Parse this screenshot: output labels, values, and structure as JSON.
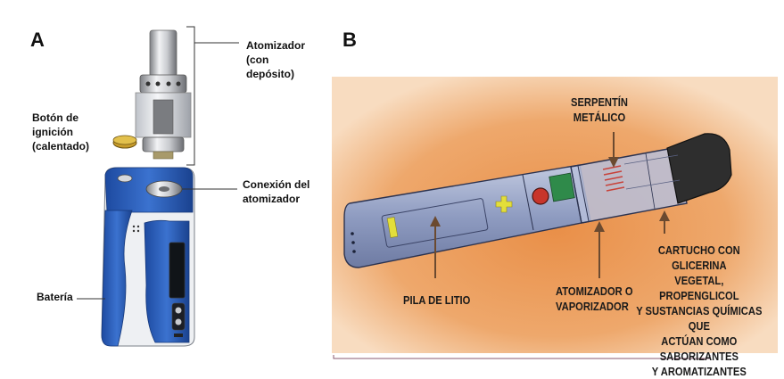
{
  "panel_a": {
    "letter": "A",
    "labels": {
      "atomizer": "Atomizador\n(con\ndepósito)",
      "ignition": "Botón de\nignición\n(calentado)",
      "connection": "Conexión del\natomizador",
      "battery": "Batería"
    }
  },
  "panel_b": {
    "letter": "B",
    "labels": {
      "coil": "SERPENTÍN\nMETÁLICO",
      "battery": "PILA DE LITIO",
      "atomizer": "ATOMIZADOR O\nVAPORIZADOR",
      "cartridge": "CARTUCHO CON GLICERINA\nVEGETAL, PROPENGLICOL\nY SUSTANCIAS QUÍMICAS QUE\nACTÚAN COMO SABORIZANTES\nY AROMATIZANTES"
    }
  },
  "colors": {
    "device_blue": "#2a5db8",
    "device_white": "#f3f4f6",
    "background_orange": "#eca56a",
    "cigarette_body": "#9aa6c8",
    "mouthpiece": "#2e2e2e"
  }
}
